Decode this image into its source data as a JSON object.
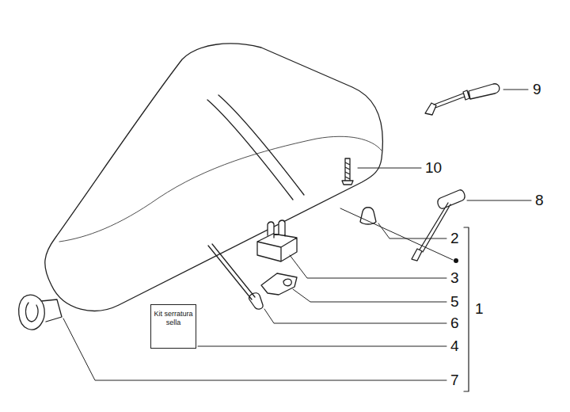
{
  "diagram": {
    "nodes": [
      {
        "text": [
          "Kit serratura sella"
        ]
      }
    ],
    "labels": [
      "9",
      "10",
      "8",
      "2",
      "3",
      "1",
      "5",
      "6",
      "4",
      "7"
    ]
  }
}
